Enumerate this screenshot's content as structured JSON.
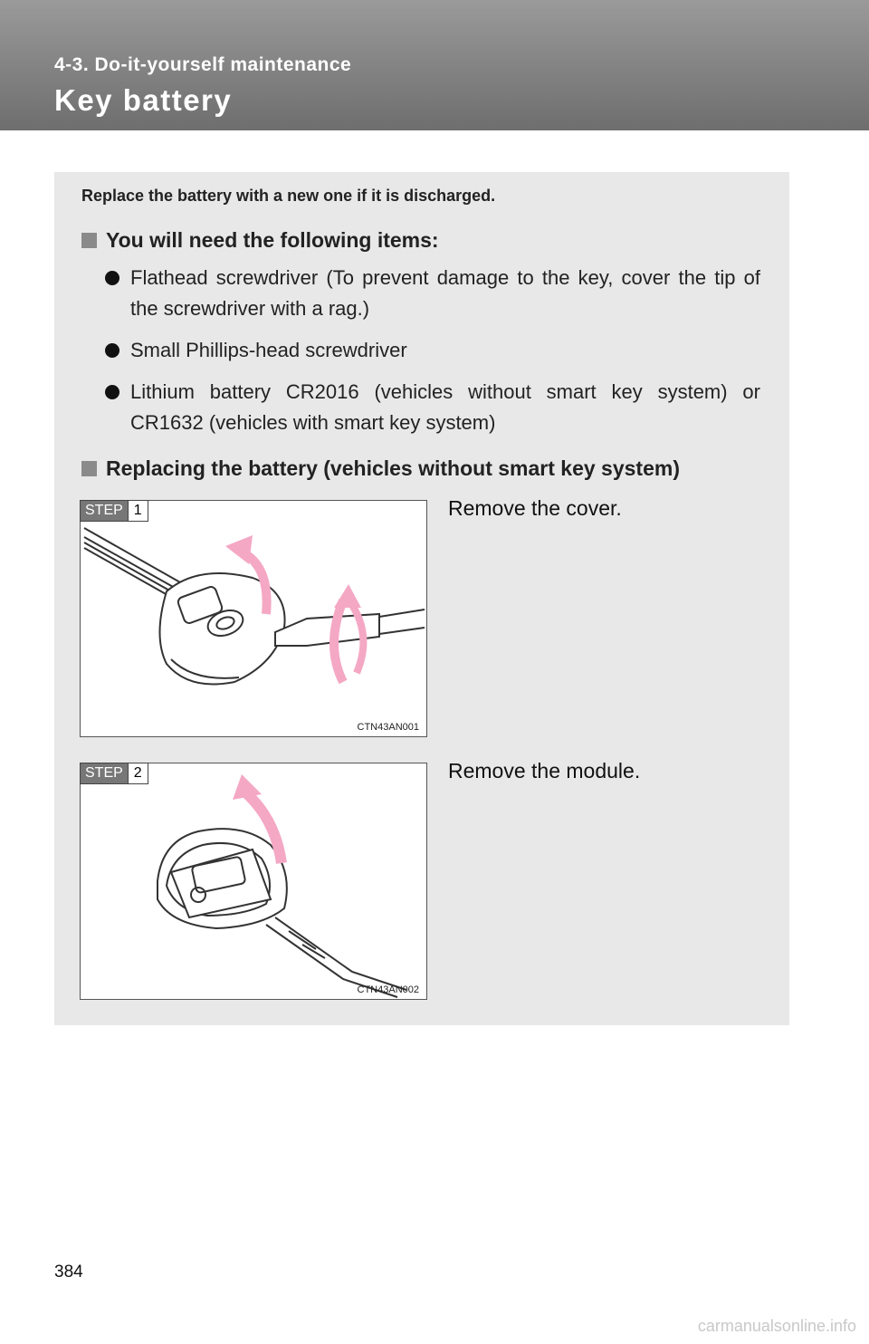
{
  "header": {
    "section": "4-3. Do-it-yourself maintenance",
    "title": "Key battery"
  },
  "intro": "Replace the battery with a new one if it is discharged.",
  "items_section": {
    "heading": "You will need the following items:",
    "bullets": [
      "Flathead screwdriver (To prevent damage to the key, cover the tip of the screwdriver with a rag.)",
      "Small Phillips-head screwdriver",
      "Lithium battery CR2016 (vehicles without smart key system) or CR1632 (vehicles with smart key system)"
    ]
  },
  "replace_section": {
    "heading": "Replacing the battery (vehicles without smart key system)",
    "steps": [
      {
        "badge": "STEP",
        "number": "1",
        "text": "Remove the cover.",
        "figure_code": "CTN43AN001"
      },
      {
        "badge": "STEP",
        "number": "2",
        "text": "Remove the module.",
        "figure_code": "CTN43AN002"
      }
    ]
  },
  "page_number": "384",
  "watermark": "carmanualsonline.info",
  "colors": {
    "header_bg": "#808080",
    "panel_bg": "#e8e8e8",
    "arrow_pink": "#f4a8c4"
  }
}
